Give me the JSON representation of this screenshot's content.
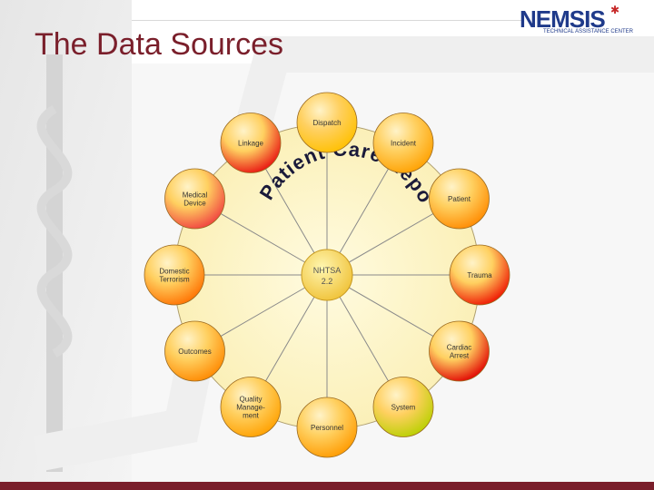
{
  "title": "The Data Sources",
  "logo": {
    "name": "NEMSIS",
    "subtitle": "TECHNICAL ASSISTANCE CENTER"
  },
  "center": {
    "line1": "NHTSA",
    "line2": "2.2"
  },
  "arc_text": "Patient Care Report",
  "sources": [
    {
      "id": "dispatch",
      "lines": [
        "Dispatch"
      ],
      "color": "#ffc000"
    },
    {
      "id": "incident",
      "lines": [
        "Incident"
      ],
      "color": "#ffa000"
    },
    {
      "id": "patient",
      "lines": [
        "Patient"
      ],
      "color": "#ff8a00"
    },
    {
      "id": "trauma",
      "lines": [
        "Trauma"
      ],
      "color": "#ee1100"
    },
    {
      "id": "cardiac-arrest",
      "lines": [
        "Cardiac",
        "Arrest"
      ],
      "color": "#e00000"
    },
    {
      "id": "system",
      "lines": [
        "System"
      ],
      "color": "#b8d000"
    },
    {
      "id": "personnel",
      "lines": [
        "Personnel"
      ],
      "color": "#ff9a00"
    },
    {
      "id": "quality-management",
      "lines": [
        "Quality",
        "Manage-",
        "ment"
      ],
      "color": "#ffa000"
    },
    {
      "id": "outcomes",
      "lines": [
        "Outcomes"
      ],
      "color": "#ff8800"
    },
    {
      "id": "domestic-terrorism",
      "lines": [
        "Domestic",
        "Terrorism"
      ],
      "color": "#ff7000"
    },
    {
      "id": "medical-device",
      "lines": [
        "Medical",
        "Device"
      ],
      "color": "#f04040"
    },
    {
      "id": "linkage",
      "lines": [
        "Linkage"
      ],
      "color": "#e81010"
    }
  ]
}
